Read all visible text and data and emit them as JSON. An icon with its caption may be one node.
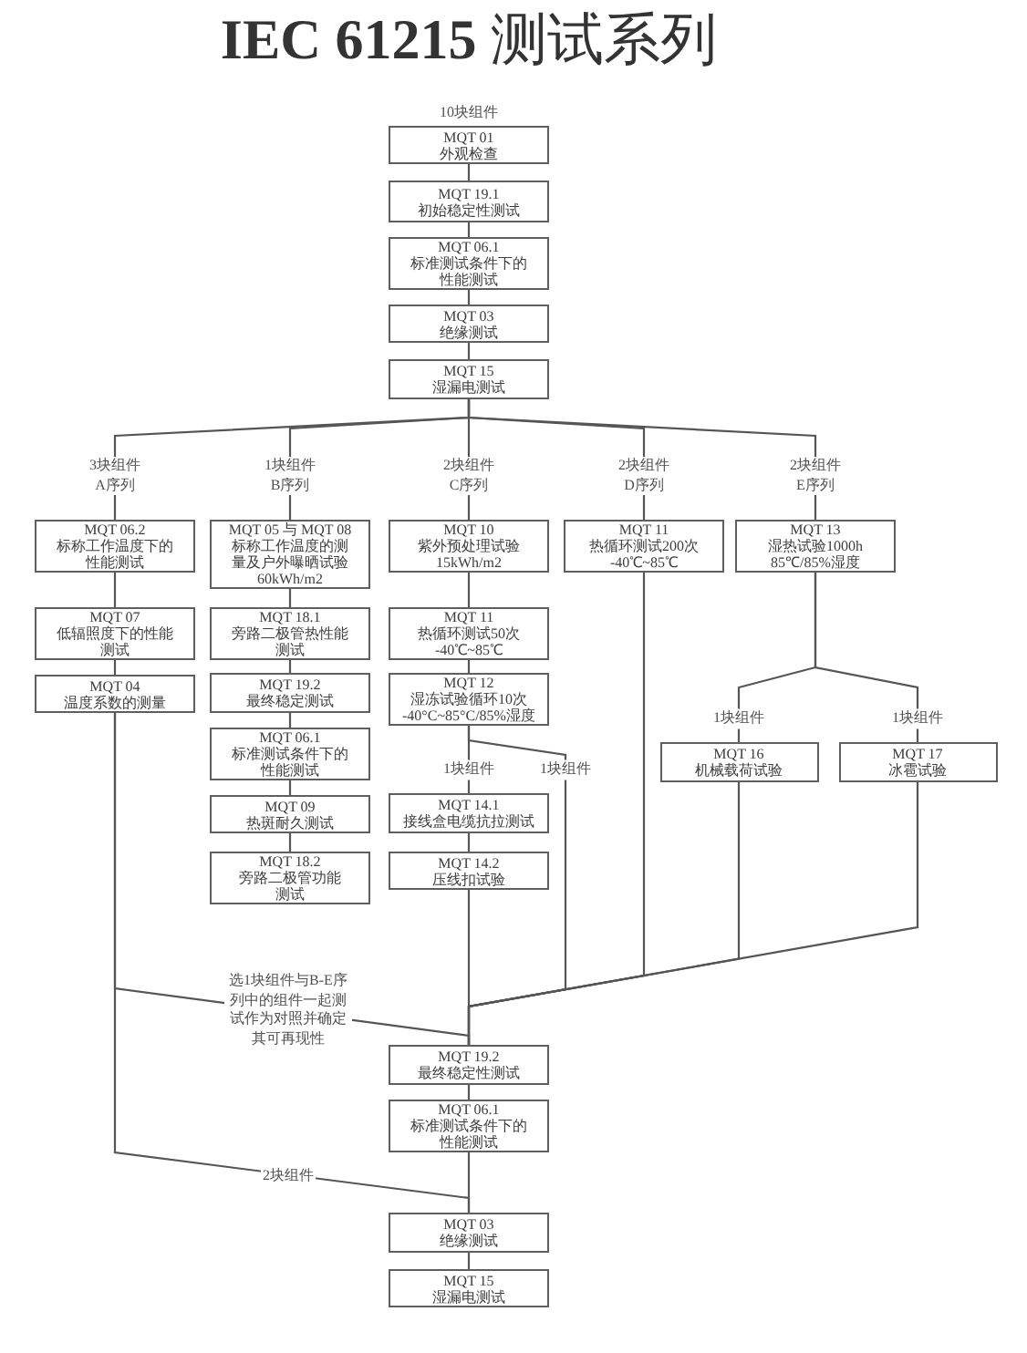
{
  "diagram": {
    "title": "**IEC 61215** 测试系列",
    "nodes": [
      {
        "text": [
          "MQT 01",
          "外观检查"
        ],
        "beside": [
          "10块组件"
        ]
      },
      {
        "text": [
          "MQT 19.1",
          "初始稳定性测试"
        ]
      },
      {
        "text": [
          "MQT 06.1",
          "标准测试条件下的性能测试"
        ]
      },
      {
        "text": [
          "MQT 03",
          "绝缘测试"
        ]
      },
      {
        "text": [
          "MQT 15",
          "湿漏电测试"
        ]
      },
      {
        "text": [
          "MQT 06.2",
          "标称工作温度下的性能测试"
        ]
      },
      {
        "text": [
          "MQT 07",
          "低辐照度下的性能测试"
        ]
      },
      {
        "text": [
          "MQT 04",
          "温度系数的测量"
        ]
      },
      {
        "text": [
          "MQT 05 与 MQT 08",
          "标称工作温度的测量及户外曝晒试验 60kWh/m2"
        ]
      },
      {
        "text": [
          "MQT 18.1",
          "旁路二极管热性能测试"
        ]
      },
      {
        "text": [
          "MQT 19.2",
          "最终稳定测试"
        ]
      },
      {
        "text": [
          "MQT 06.1",
          "标准测试条件下的性能测试"
        ]
      },
      {
        "text": [
          "MQT 09",
          "热斑耐久测试"
        ]
      },
      {
        "text": [
          "MQT 18.2",
          "旁路二极管功能测试"
        ]
      },
      {
        "text": [
          "MQT 10",
          "紫外预处理试验 15kWh/m2"
        ]
      },
      {
        "text": [
          "MQT 11",
          "热循环测试50次 -40℃~85℃"
        ]
      },
      {
        "text": [
          "MQT 12",
          "湿冻试验循环10次 -40°C~85°C/85%湿度"
        ]
      },
      {
        "text": [
          "MQT 14.1",
          "接线盒电缆抗拉测试"
        ]
      },
      {
        "text": [
          "MQT 14.2",
          "压线扣试验"
        ]
      },
      {
        "text": [
          "MQT 11",
          "热循环测试200次 -40℃~85℃"
        ]
      },
      {
        "text": [
          "MQT 13",
          "湿热试验1000h 85℃/85%湿度"
        ]
      },
      {
        "text": [
          "MQT 16",
          "机械载荷试验"
        ]
      },
      {
        "text": [
          "MQT 17",
          "冰雹试验"
        ]
      },
      {
        "text": [
          "MQT 19.2",
          "最终稳定性测试"
        ]
      },
      {
        "text": [
          "MQT 06.1",
          "标准测试条件下的性能测试"
        ]
      },
      {
        "text": [
          "MQT 03",
          "绝缘测试"
        ]
      },
      {
        "text": [
          "MQT 15",
          "湿漏电测试"
        ]
      }
    ],
    "edges": [
      {
        "from": 0,
        "to": 1,
        "arrow": "none"
      },
      {
        "from": 1,
        "to": 2,
        "arrow": "none"
      },
      {
        "from": 2,
        "to": 3,
        "arrow": "none"
      },
      {
        "from": 3,
        "to": 4,
        "arrow": "none"
      },
      {
        "from": 4,
        "to": 5,
        "arrow": "none",
        "label": "3块组件 A序列"
      },
      {
        "from": 4,
        "to": 8,
        "arrow": "none",
        "label": "1块组件 B序列"
      },
      {
        "from": 4,
        "to": 14,
        "arrow": "none",
        "label": "2块组件 C序列"
      },
      {
        "from": 4,
        "to": 19,
        "arrow": "none",
        "label": "2块组件 D序列"
      },
      {
        "from": 4,
        "to": 20,
        "arrow": "none",
        "label": "2块组件 E序列"
      },
      {
        "from": 5,
        "to": 6,
        "arrow": "none"
      },
      {
        "from": 6,
        "to": 7,
        "arrow": "none"
      },
      {
        "from": 8,
        "to": 9,
        "arrow": "none"
      },
      {
        "from": 9,
        "to": 10,
        "arrow": "none"
      },
      {
        "from": 10,
        "to": 11,
        "arrow": "none"
      },
      {
        "from": 11,
        "to": 12,
        "arrow": "none"
      },
      {
        "from": 12,
        "to": 13,
        "arrow": "none"
      },
      {
        "from": 14,
        "to": 15,
        "arrow": "none"
      },
      {
        "from": 15,
        "to": 16,
        "arrow": "none"
      },
      {
        "from": 16,
        "to": 17,
        "arrow": "none",
        "label": "1块组件"
      },
      {
        "from": 17,
        "to": 18,
        "arrow": "none"
      },
      {
        "from": 16,
        "to": 23,
        "arrow": "none",
        "label": "1块组件"
      },
      {
        "from": 18,
        "to": 23,
        "arrow": "none"
      },
      {
        "from": 19,
        "to": 23,
        "arrow": "none"
      },
      {
        "from": 20,
        "to": 21,
        "arrow": "none",
        "label": "1块组件"
      },
      {
        "from": 20,
        "to": 22,
        "arrow": "none",
        "label": "1块组件"
      },
      {
        "from": 21,
        "to": 23,
        "arrow": "none"
      },
      {
        "from": 22,
        "to": 23,
        "arrow": "none"
      },
      {
        "from": 7,
        "to": 23,
        "arrow": "none",
        "label": "选1块组件与B-E序列中的组件一起测试作为对照并确定其可再现性"
      },
      {
        "from": 23,
        "to": 24,
        "arrow": "none"
      },
      {
        "from": 24,
        "to": 25,
        "arrow": "none"
      },
      {
        "from": 7,
        "to": 25,
        "arrow": "none",
        "label": "2块组件"
      },
      {
        "from": 25,
        "to": 26,
        "arrow": "none"
      }
    ]
  }
}
